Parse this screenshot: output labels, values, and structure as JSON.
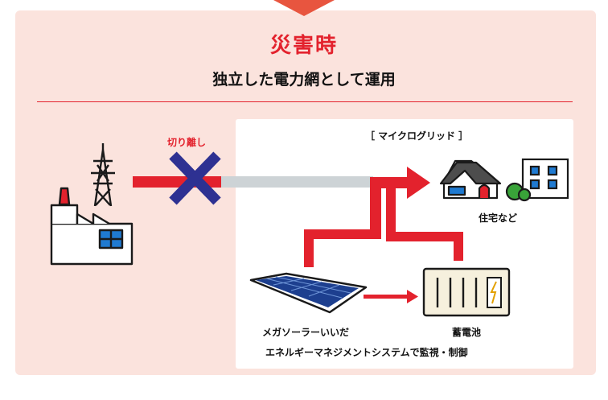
{
  "header": {
    "title": "災害時",
    "subtitle": "独立した電力網として運用"
  },
  "labels": {
    "disconnect": "切り離し",
    "microgrid": "［ マイクログリッド ］",
    "houses": "住宅など",
    "solar": "メガソーラーいいだ",
    "battery": "蓄電池",
    "ems": "エネルギーマネジメントシステムで監視・制御"
  },
  "colors": {
    "accent_red": "#e3222d",
    "panel_bg": "#fbe3dd",
    "cross_blue": "#2e3192",
    "grey_line": "#cdd3d6",
    "house_green": "#39a339"
  }
}
